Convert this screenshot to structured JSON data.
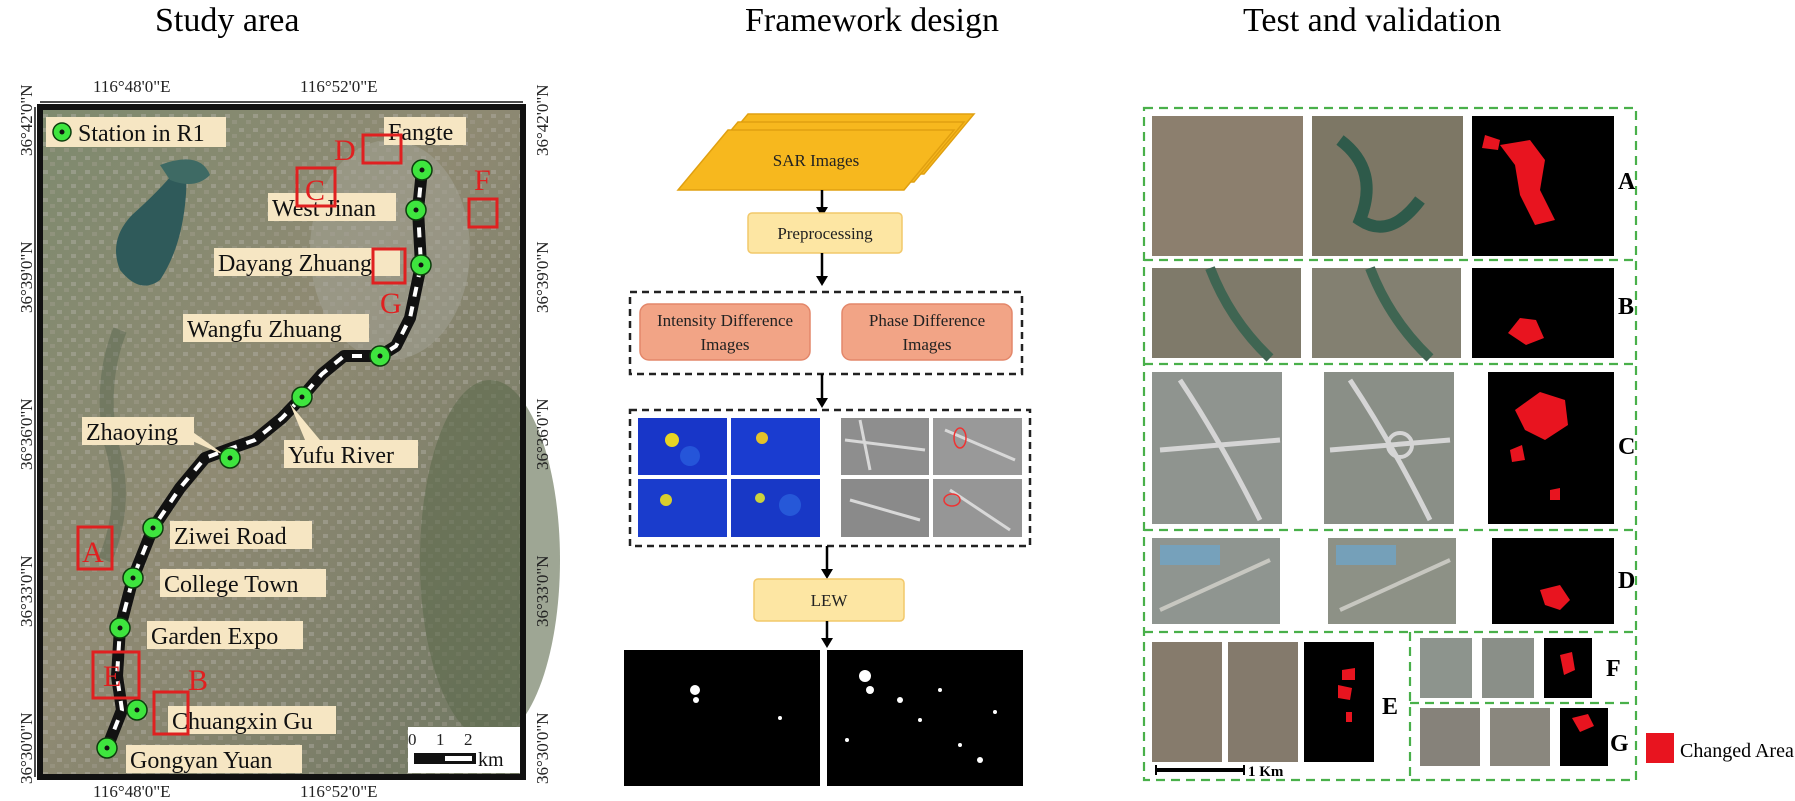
{
  "sections": {
    "study_area": "Study area",
    "framework": "Framework design",
    "validation": "Test and validation"
  },
  "map": {
    "coords": {
      "lon_top": [
        "116°48'0\"E",
        "116°52'0\"E"
      ],
      "lon_bottom": [
        "116°48'0\"E",
        "116°52'0\"E"
      ],
      "lat_left": [
        "36°42'0\"N",
        "36°39'0\"N",
        "36°36'0\"N",
        "36°33'0\"N",
        "36°30'0\"N"
      ],
      "lat_right": [
        "36°42'0\"N",
        "36°39'0\"N",
        "36°36'0\"N",
        "36°33'0\"N",
        "36°30'0\"N"
      ]
    },
    "legend_label": "Station in R1",
    "stations": [
      "Fangte",
      "West Jinan",
      "Dayang Zhuang",
      "Wangfu Zhuang",
      "Yufu River",
      "Zhaoying",
      "Ziwei Road",
      "College Town",
      "Garden Expo",
      "Chuangxin Gu",
      "Gongyan Yuan"
    ],
    "areas": [
      "A",
      "B",
      "C",
      "D",
      "E",
      "F",
      "G"
    ],
    "scale": {
      "ticks": [
        "0",
        "1",
        "2"
      ],
      "unit": "km"
    },
    "colors": {
      "station": "#3ee53e",
      "box": "#e02020",
      "label_bg": "#f6e6c3"
    }
  },
  "framework": {
    "input": "SAR Images",
    "preprocess": "Preprocessing",
    "intensity": [
      "Intensity Difference",
      "Images"
    ],
    "phase": [
      "Phase Difference",
      "Images"
    ],
    "fusion": "LEW",
    "colors": {
      "input": "#f7b81e",
      "step": "#fde6a3",
      "diff": "#f2a486"
    }
  },
  "validation": {
    "rows": [
      "A",
      "B",
      "C",
      "D",
      "E",
      "F",
      "G"
    ],
    "scale_label": "1 Km",
    "legend_label": "Changed Area",
    "colors": {
      "frame": "#49b04a",
      "changed": "#e8141f"
    }
  }
}
